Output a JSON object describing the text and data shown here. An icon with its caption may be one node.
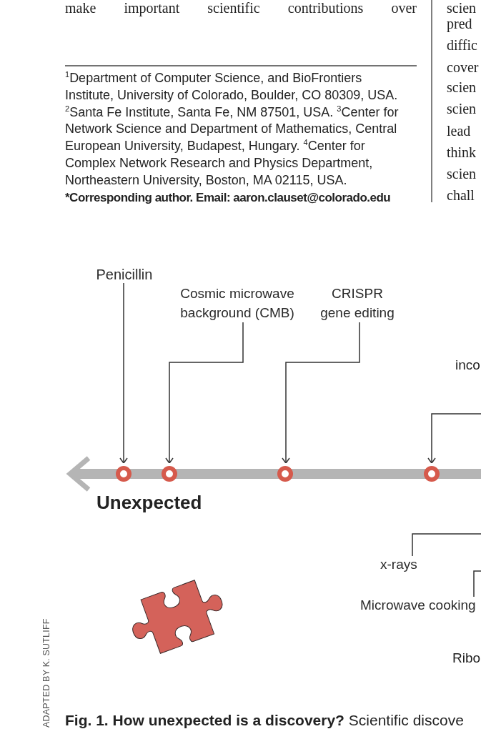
{
  "diagram": {
    "caption": "**Fig. 1. How unexpected is a discovery?** Scientific discove",
    "nodes": [
      {
        "text": [
          "Penicillin"
        ]
      },
      {
        "text": [
          "Cosmic microwave background (CMB)"
        ]
      },
      {
        "text": [
          "CRISPR gene editing"
        ]
      },
      {
        "text": [],
        "shape": "circle"
      },
      {
        "text": [],
        "shape": "circle"
      },
      {
        "text": [],
        "shape": "circle"
      },
      {
        "text": [],
        "shape": "circle"
      },
      {
        "text": [
          "x-rays"
        ]
      },
      {
        "text": [
          "Microwave cooking"
        ]
      }
    ],
    "edges": [
      {
        "from": 0,
        "to": 3,
        "arrow": "to"
      },
      {
        "from": 1,
        "to": 4,
        "arrow": "to"
      },
      {
        "from": 2,
        "to": 5,
        "arrow": "to"
      },
      {
        "from": null,
        "to": 6,
        "arrow": "to"
      },
      {
        "from": 7,
        "to": null,
        "arrow": "none"
      },
      {
        "from": 8,
        "to": null,
        "arrow": "none"
      }
    ],
    "labels": [
      "make important scientific contributions over",
      "$^{1}$Department of Computer Science, and BioFrontiers Institute, University of Colorado, Boulder, CO 80309, USA. $^{2}$Santa Fe Institute, Santa Fe, NM 87501, USA. $^{3}$Center for Network Science and Department of Mathematics, Central European University, Budapest, Hungary. $^{4}$Center for Complex Network Research and Physics Department, Northeastern University, Boston, MA 02115, USA.",
      "*Corresponding author. Email: aaron.clauset@colorado.edu",
      "scien",
      "pred",
      "diffic",
      "cover",
      "scien",
      "scien",
      "lead",
      "think",
      "scien",
      "chall",
      "inco",
      "Unexpected",
      "Ribo",
      "ADAPTED BY K. SUTLIFF"
    ]
  }
}
